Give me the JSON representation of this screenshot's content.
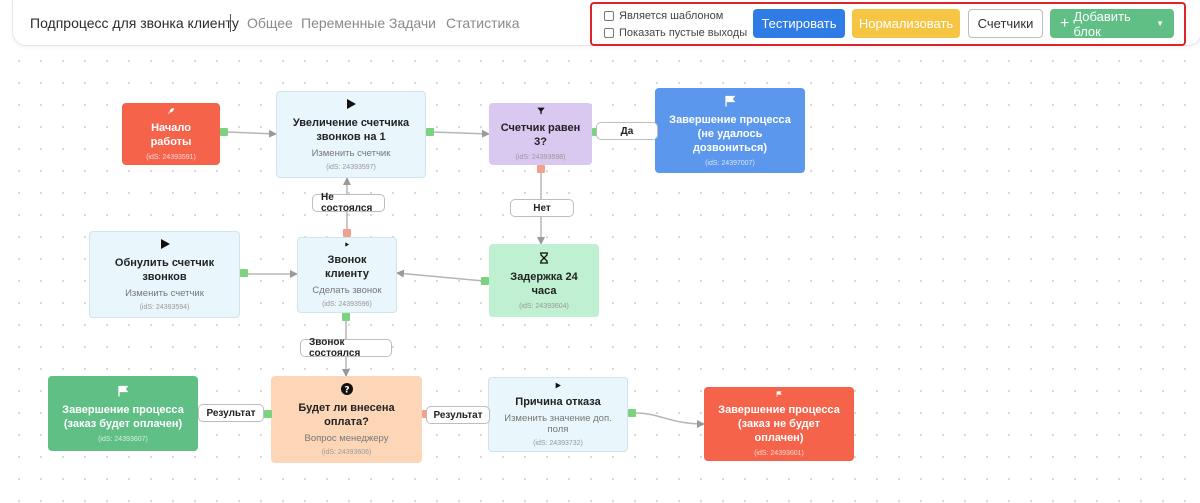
{
  "header": {
    "title": "Подпроцесс для звонка клиенту",
    "tabs": [
      "Общее",
      "Переменные",
      "Задачи",
      "Статистика"
    ]
  },
  "toolbar": {
    "is_template_label": "Является шаблоном",
    "show_empty_outputs_label": "Показать пустые выходы",
    "test_label": "Тестировать",
    "normalize_label": "Нормализовать",
    "counters_label": "Счетчики",
    "add_block_label": "Добавить блок"
  },
  "nodes": {
    "start": {
      "title": "Начало работы",
      "id": "(idS: 24393591)",
      "icon": "rocket-icon"
    },
    "inc_counter": {
      "title": "Увеличение счетчика звонков на 1",
      "sub": "Изменить счетчик",
      "id": "(idS: 24393597)",
      "icon": "play-icon"
    },
    "counter_check": {
      "title": "Счетчик равен 3?",
      "id": "(idS: 24393598)",
      "icon": "filter-icon"
    },
    "end_failed": {
      "title": "Завершение процесса (не удалось дозвониться)",
      "id": "(idS: 24397007)",
      "icon": "flag-icon"
    },
    "reset_counter": {
      "title": "Обнулить счетчик звонков",
      "sub": "Изменить счетчик",
      "id": "(idS: 24393594)",
      "icon": "play-icon"
    },
    "call_client": {
      "title": "Звонок клиенту",
      "sub": "Сделать звонок",
      "id": "(idS: 24393596)",
      "icon": "play-icon"
    },
    "delay": {
      "title": "Задержка 24 часа",
      "id": "(idS: 24393604)",
      "icon": "hourglass-icon"
    },
    "end_paid": {
      "title": "Завершение процесса (заказ будет оплачен)",
      "id": "(idS: 24393607)",
      "icon": "flag-icon"
    },
    "payment_question": {
      "title": "Будет ли внесена оплата?",
      "sub": "Вопрос менеджеру",
      "id": "(idS: 24393606)",
      "icon": "question-icon"
    },
    "refusal_reason": {
      "title": "Причина отказа",
      "sub": "Изменить значение доп. поля",
      "id": "(idS: 24393732)",
      "icon": "play-icon"
    },
    "end_unpaid": {
      "title": "Завершение процесса (заказ не будет оплачен)",
      "id": "(idS: 24393601)",
      "icon": "flag-icon"
    }
  },
  "edge_labels": {
    "yes": "Да",
    "no": "Нет",
    "not_happened": "Не состоялся",
    "call_happened": "Звонок состоялся",
    "result_left": "Результат",
    "result_right": "Результат"
  },
  "colors": {
    "accent_red": "#f4634a",
    "blue": "#5b97ed",
    "green": "#5fbf85",
    "light_blue": "#e9f6fb",
    "purple": "#d9c8ef",
    "mint": "#bff0d2",
    "peach": "#fdd6b8",
    "toolbar_highlight": "#e0232a"
  }
}
